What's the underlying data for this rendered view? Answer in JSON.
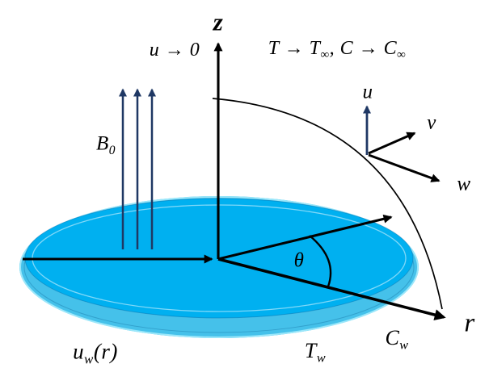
{
  "labels": {
    "z_axis": "z",
    "r_axis": "r",
    "theta": "θ",
    "u_far_field": "u → 0",
    "far_field": {
      "p1": "T → T",
      "sub1": "∞",
      "p2": ", C → C",
      "sub2": "∞"
    },
    "magnetic_field": {
      "base": "B",
      "sub": "0"
    },
    "velocity_u": "u",
    "velocity_v": "v",
    "velocity_w": "w",
    "wall_velocity": {
      "base": "u",
      "sub": "w",
      "suffix": "(r)"
    },
    "wall_temperature": {
      "base": "T",
      "sub": "w"
    },
    "wall_concentration": {
      "base": "C",
      "sub": "w"
    }
  },
  "colors": {
    "axis": "#000000",
    "field_arrow": "#1F3864",
    "disk_face": "#00B0F0",
    "disk_rim": "#45C1EA",
    "disk_rim_edge": "#9BE7FA"
  }
}
